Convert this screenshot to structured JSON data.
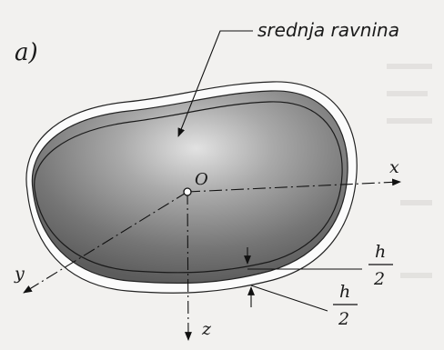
{
  "figure": {
    "panel_label": "a)",
    "plane_label": "srednja ravnina",
    "origin_label": "O",
    "axes": {
      "x": "x",
      "y": "y",
      "z": "z"
    },
    "thickness_top": {
      "numerator": "h",
      "denominator": "2"
    },
    "thickness_bottom": {
      "numerator": "h",
      "denominator": "2"
    }
  },
  "colors": {
    "background": "#f2f1ef",
    "plate_fill": "#6e6e6e",
    "plate_highlight": "#d9d9d9",
    "outline": "#222222",
    "page_text_faint": "#c9c6c2"
  }
}
